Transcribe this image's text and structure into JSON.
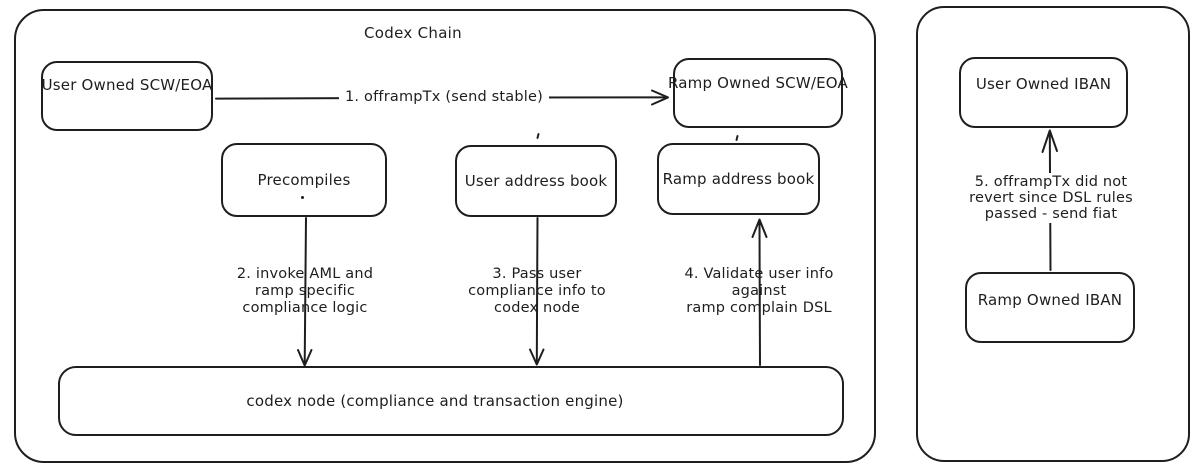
{
  "colors": {
    "stroke": "#1e1e1e",
    "background": "#ffffff"
  },
  "codex_chain": {
    "title": "Codex Chain",
    "nodes": {
      "user_scw_eoa": "User Owned SCW/EOA",
      "ramp_scw_eoa": "Ramp Owned SCW/EOA",
      "precompiles": "Precompiles",
      "user_address_book": "User address book",
      "ramp_address_book": "Ramp address book",
      "codex_node": "codex node (compliance and transaction engine)"
    },
    "flows": {
      "step1": {
        "label": "1. offrampTx (send stable)"
      },
      "step2": {
        "lines": [
          "2. invoke AML and",
          "ramp specific",
          "compliance logic"
        ]
      },
      "step3": {
        "lines": [
          "3. Pass user",
          "compliance info to",
          "codex node"
        ]
      },
      "step4": {
        "lines": [
          "4. Validate user info",
          "against",
          "ramp complain DSL"
        ]
      }
    }
  },
  "fiat": {
    "nodes": {
      "user_iban": "User Owned IBAN",
      "ramp_iban": "Ramp Owned IBAN"
    },
    "flows": {
      "step5": {
        "lines": [
          "5. offrampTx did not",
          "revert since DSL rules",
          "passed - send fiat"
        ]
      }
    }
  }
}
